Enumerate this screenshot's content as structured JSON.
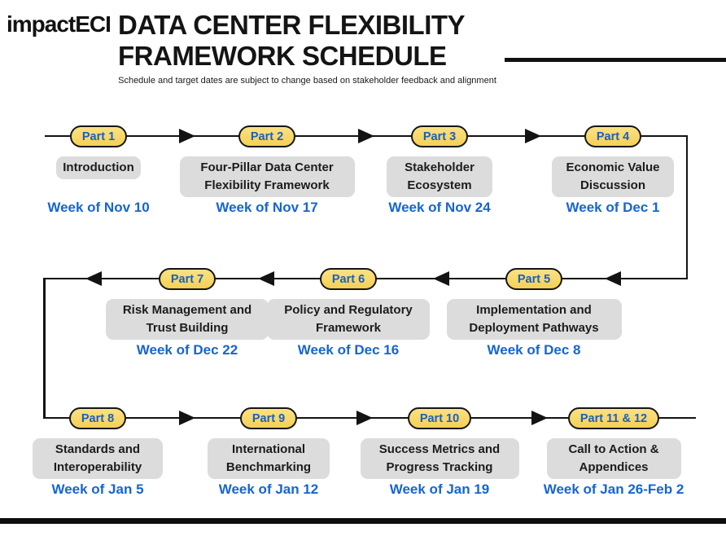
{
  "header": {
    "logo": "impactECI",
    "title_line1": "DATA CENTER FLEXIBILITY",
    "title_line2": "FRAMEWORK SCHEDULE",
    "subtitle": "Schedule and target dates are subject to change based on stakeholder feedback and alignment"
  },
  "colors": {
    "pill_fill": "#F7D969",
    "pill_border": "#161616",
    "pill_text": "#1A5FC0",
    "label_bg": "#DCDCDC",
    "label_text": "#1C1C1C",
    "week_text": "#1565D2",
    "line": "#131313"
  },
  "timeline": {
    "rows": [
      {
        "direction": "right",
        "stations": [
          {
            "part": "Part 1",
            "title": "Introduction",
            "week": "Week of Nov 10"
          },
          {
            "part": "Part 2",
            "title": "Four-Pillar Data Center Flexibility Framework",
            "week": "Week of Nov 17"
          },
          {
            "part": "Part 3",
            "title": "Stakeholder Ecosystem",
            "week": "Week of Nov 24"
          },
          {
            "part": "Part 4",
            "title": "Economic Value Discussion",
            "week": "Week of Dec 1"
          }
        ]
      },
      {
        "direction": "left",
        "stations": [
          {
            "part": "Part 5",
            "title": "Implementation and Deployment Pathways",
            "week": "Week of Dec 8"
          },
          {
            "part": "Part 6",
            "title": "Policy and Regulatory Framework",
            "week": "Week of Dec 16"
          },
          {
            "part": "Part 7",
            "title": "Risk Management and Trust Building",
            "week": "Week of Dec 22"
          }
        ]
      },
      {
        "direction": "right",
        "stations": [
          {
            "part": "Part 8",
            "title": "Standards and Interoperability",
            "week": "Week of Jan 5"
          },
          {
            "part": "Part 9",
            "title": "International Benchmarking",
            "week": "Week of Jan 12"
          },
          {
            "part": "Part 10",
            "title": "Success Metrics and Progress Tracking",
            "week": "Week of Jan 19"
          },
          {
            "part": "Part 11 & 12",
            "title": "Call to Action & Appendices",
            "week": "Week of Jan 26-Feb 2"
          }
        ]
      }
    ]
  }
}
